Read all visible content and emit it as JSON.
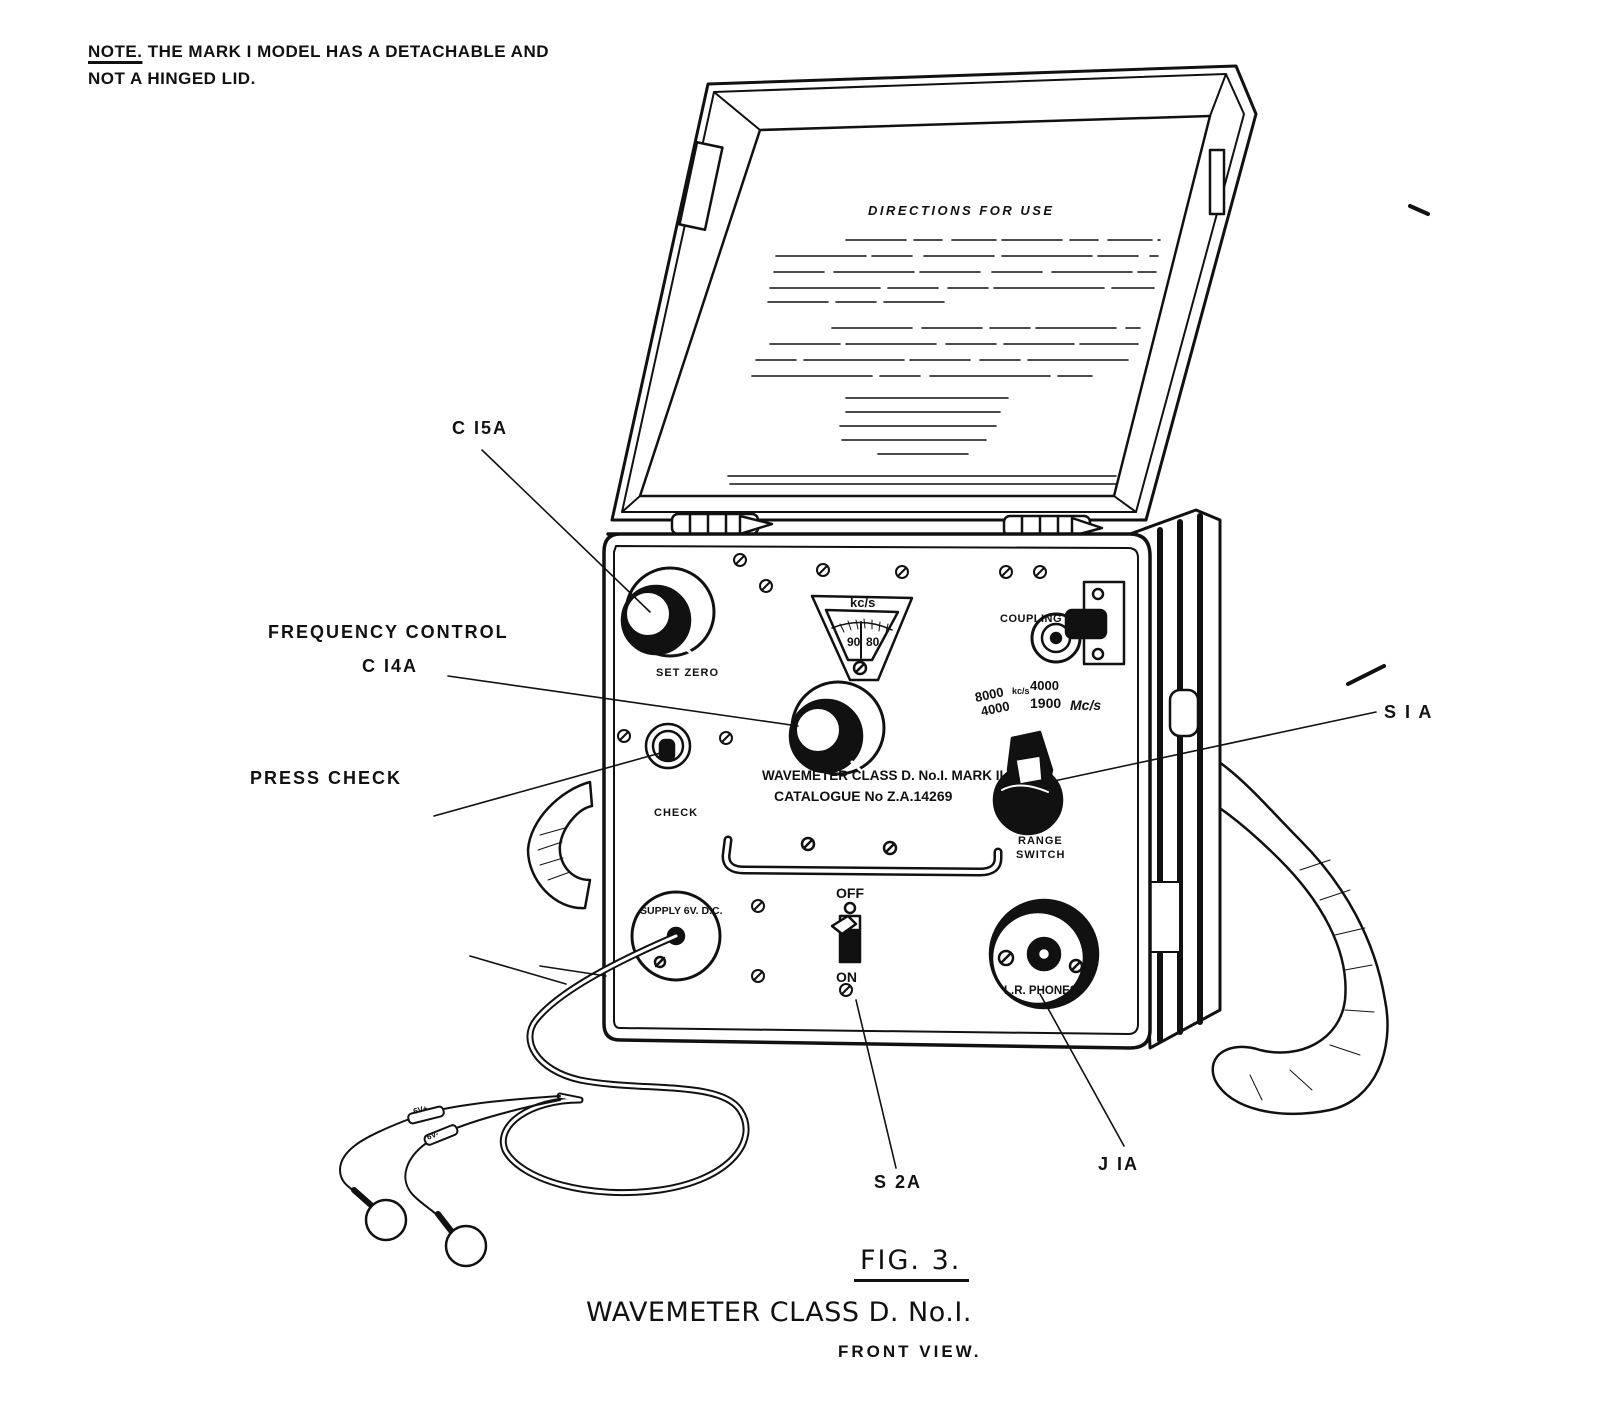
{
  "note": {
    "prefix": "NOTE.",
    "line1": "THE MARK I MODEL HAS A DETACHABLE AND",
    "line2": "NOT A HINGED LID."
  },
  "callouts": {
    "c15a": "C I5A",
    "frequency_control": "FREQUENCY CONTROL",
    "c14a": "C I4A",
    "press_check": "PRESS CHECK",
    "s1a": "S I A",
    "s2a": "S 2A",
    "j1a": "J IA"
  },
  "lid": {
    "directions": "DIRECTIONS FOR USE"
  },
  "panel": {
    "dial_unit": "kc/s",
    "dial_left": "90",
    "dial_right": "80",
    "set_zero": "SET ZERO",
    "coupling": "COUPLING",
    "range_a_high": "8000",
    "range_a_unit": "kc/s",
    "range_a_low": "4000",
    "range_b_high": "4000",
    "range_b_low": "1900",
    "range_b_unit": "Mc/s",
    "name_line1": "WAVEMETER CLASS D. No.I. MARK II",
    "name_line2": "CATALOGUE No Z.A.14269",
    "check": "CHECK",
    "range_switch_1": "RANGE",
    "range_switch_2": "SWITCH",
    "supply": "SUPPLY 6V. D.C.",
    "off": "OFF",
    "on": "ON",
    "phones": "L.R. PHONES",
    "plug_pos": "6V+",
    "plug_neg": "6V-"
  },
  "caption": {
    "fig": "FIG. 3.",
    "title": "WAVEMETER CLASS D. No.I.",
    "subtitle": "FRONT VIEW."
  }
}
